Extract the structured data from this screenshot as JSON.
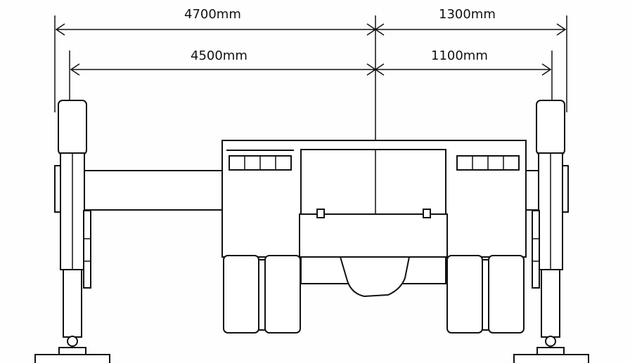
{
  "dimensions": {
    "top_left": "4700mm",
    "top_right": "1300mm",
    "inner_left": "4500mm",
    "inner_right": "1100mm"
  },
  "colors": {
    "line": "#111111",
    "background": "#fefefe"
  }
}
